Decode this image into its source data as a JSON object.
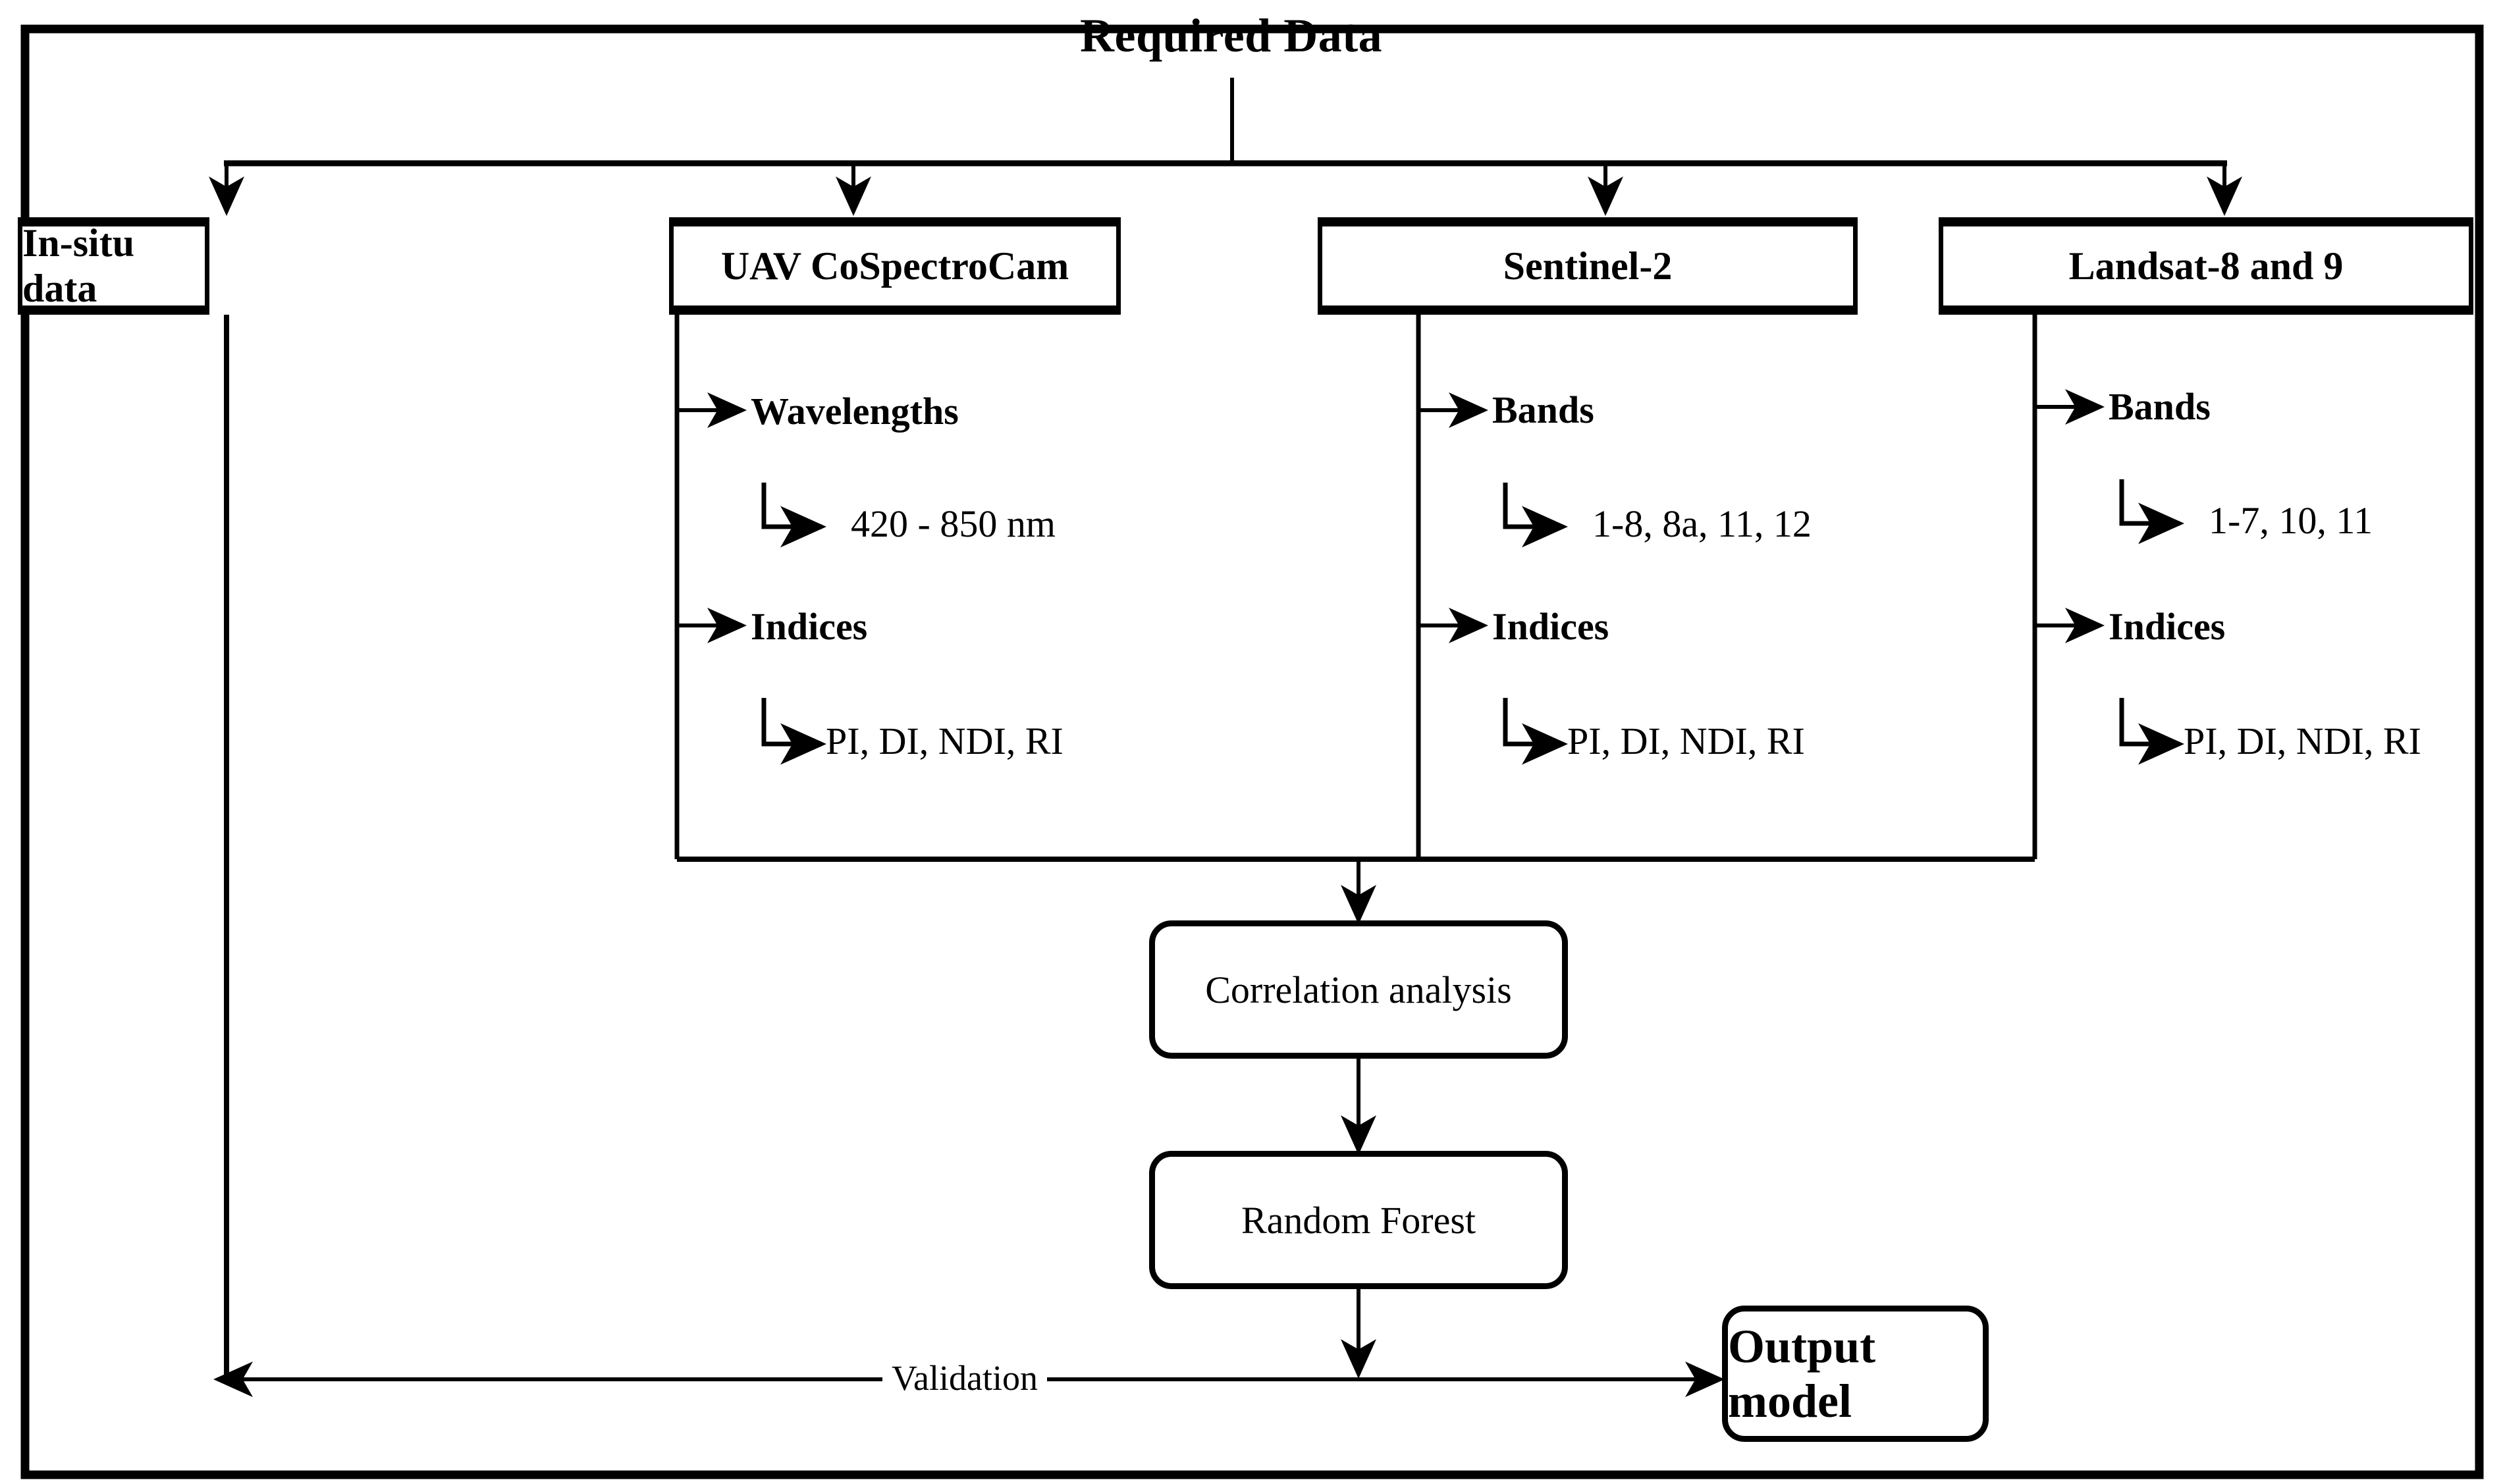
{
  "diagram": {
    "title": "Required Data",
    "frame": {
      "style": "rectangle-border"
    },
    "sources": [
      {
        "id": "in-situ",
        "label": "In-situ data",
        "children": []
      },
      {
        "id": "uav",
        "label": "UAV CoSpectroCam",
        "children": [
          {
            "category": "Wavelengths",
            "value": "420 - 850 nm"
          },
          {
            "category": "Indices",
            "value": "PI, DI, NDI, RI"
          }
        ]
      },
      {
        "id": "sentinel2",
        "label": "Sentinel-2",
        "children": [
          {
            "category": "Bands",
            "value": "1-8, 8a, 11, 12"
          },
          {
            "category": "Indices",
            "value": "PI, DI, NDI, RI"
          }
        ]
      },
      {
        "id": "landsat",
        "label": "Landsat-8 and 9",
        "children": [
          {
            "category": "Bands",
            "value": "1-7, 10, 11"
          },
          {
            "category": "Indices",
            "value": "PI, DI, NDI, RI"
          }
        ]
      }
    ],
    "processing": [
      {
        "id": "correlation",
        "label": "Correlation analysis"
      },
      {
        "id": "random-forest",
        "label": "Random Forest"
      }
    ],
    "edges": [
      {
        "id": "validation",
        "label": "Validation"
      }
    ],
    "output": {
      "id": "output-model",
      "label": "Output model"
    },
    "colors": {
      "stroke": "#000000",
      "background": "#ffffff",
      "text": "#000000"
    }
  }
}
